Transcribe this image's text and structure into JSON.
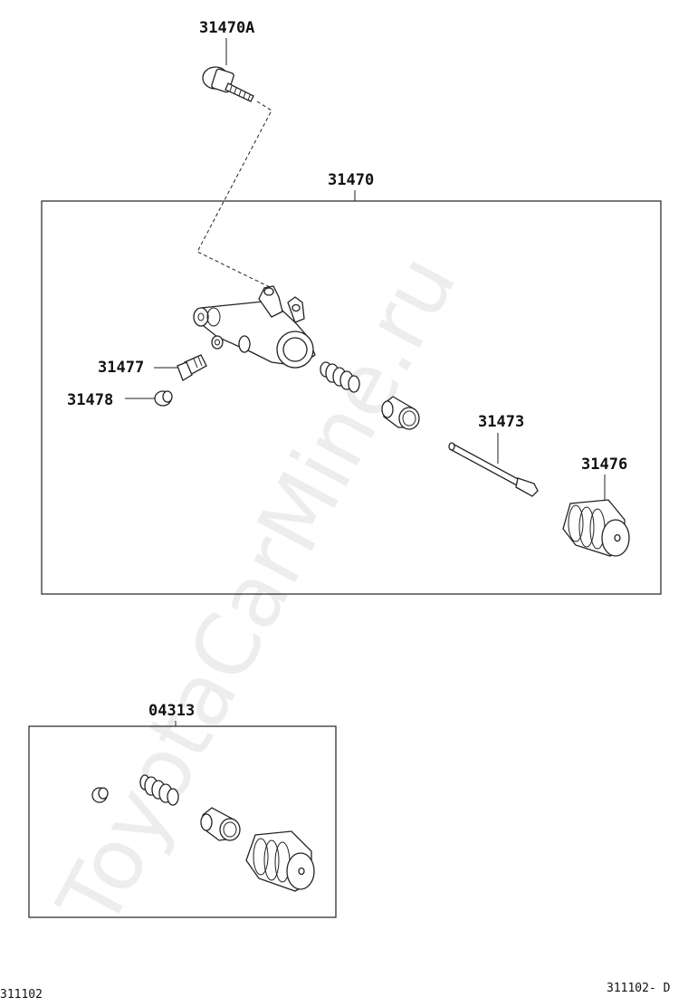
{
  "watermark": "ToyotaCarMine.ru",
  "callouts": {
    "bolt": "31470A",
    "assembly": "31470",
    "bleeder_plug": "31477",
    "bleeder_cap": "31478",
    "push_rod": "31473",
    "boot": "31476",
    "kit": "04313"
  },
  "footer": {
    "left_code": "311102",
    "right_code": "311102- D"
  }
}
